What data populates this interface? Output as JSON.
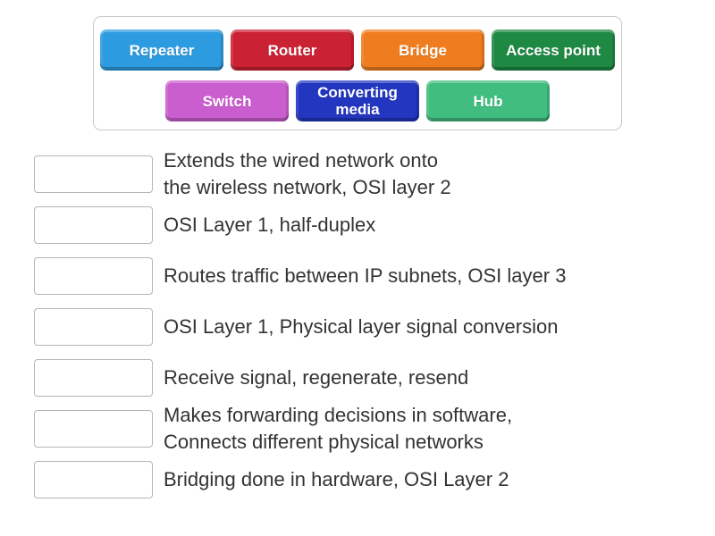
{
  "word_bank": {
    "tiles": [
      {
        "label": "Repeater",
        "color": "#2D9BDF"
      },
      {
        "label": "Router",
        "color": "#CB2233"
      },
      {
        "label": "Bridge",
        "color": "#EF7D1F"
      },
      {
        "label": "Access point",
        "color": "#1E8943"
      },
      {
        "label": "Switch",
        "color": "#CB5ECE"
      },
      {
        "label": "Converting media",
        "color": "#2236C0"
      },
      {
        "label": "Hub",
        "color": "#41BD80"
      }
    ]
  },
  "matches": [
    {
      "description": "Extends the wired network onto\nthe wireless network, OSI layer 2"
    },
    {
      "description": "OSI Layer 1, half-duplex"
    },
    {
      "description": "Routes traffic between IP subnets, OSI layer 3"
    },
    {
      "description": "OSI Layer 1, Physical layer signal conversion"
    },
    {
      "description": "Receive signal, regenerate, resend"
    },
    {
      "description": "Makes forwarding decisions in software,\nConnects different physical networks"
    },
    {
      "description": "Bridging done in hardware, OSI Layer 2"
    }
  ]
}
